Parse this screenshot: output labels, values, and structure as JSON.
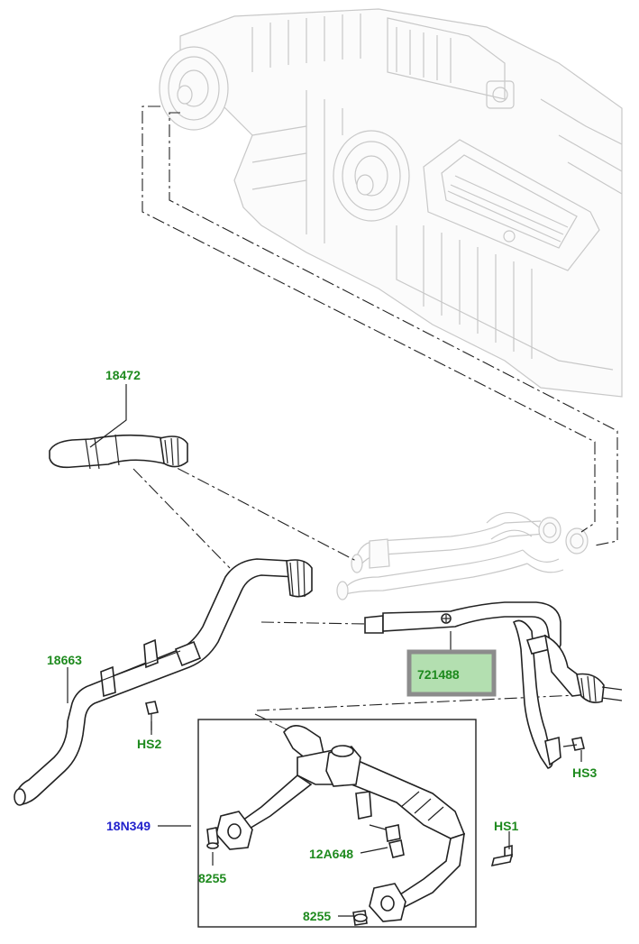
{
  "labels": {
    "hose_upper": "18472",
    "hose_left": "18663",
    "heater_outlet": "721488",
    "valve_assembly": "18N349",
    "hose_clamp_hs1": "HS1",
    "hose_clamp_hs2": "HS2",
    "hose_clamp_hs3": "HS3",
    "valve_part": "12A648",
    "bolt_top": "8255",
    "bolt_bottom": "8255"
  },
  "colors": {
    "part_number_text": "#1e8a1e",
    "assembly_number_text": "#2222cc",
    "highlight_fill": "#b3dfb0",
    "highlight_border": "#8c8c8c"
  }
}
